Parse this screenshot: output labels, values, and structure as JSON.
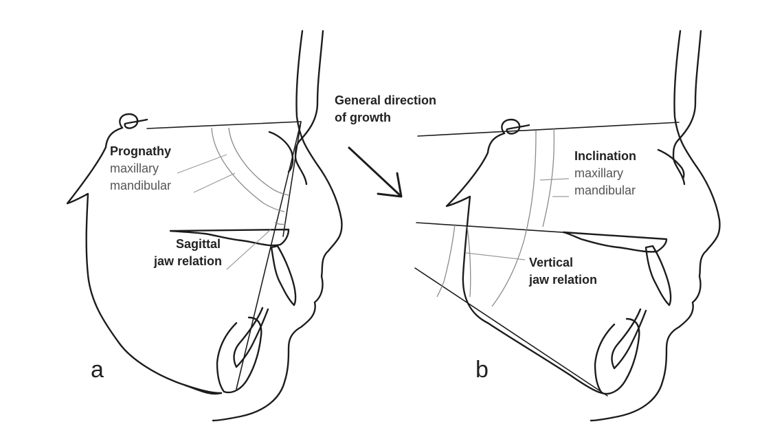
{
  "panel_a": {
    "letter": "a",
    "prognathy_title": "Prognathy",
    "prognathy_maxillary": "maxillary",
    "prognathy_mandibular": "mandibular",
    "sagittal_line1": "Sagittal",
    "sagittal_line2": "jaw relation"
  },
  "growth": {
    "line1": "General direction",
    "line2": "of growth"
  },
  "panel_b": {
    "letter": "b",
    "inclination_title": "Inclination",
    "inclination_maxillary": "maxillary",
    "inclination_mandibular": "mandibular",
    "vertical_line1": "Vertical",
    "vertical_line2": "jaw relation"
  }
}
